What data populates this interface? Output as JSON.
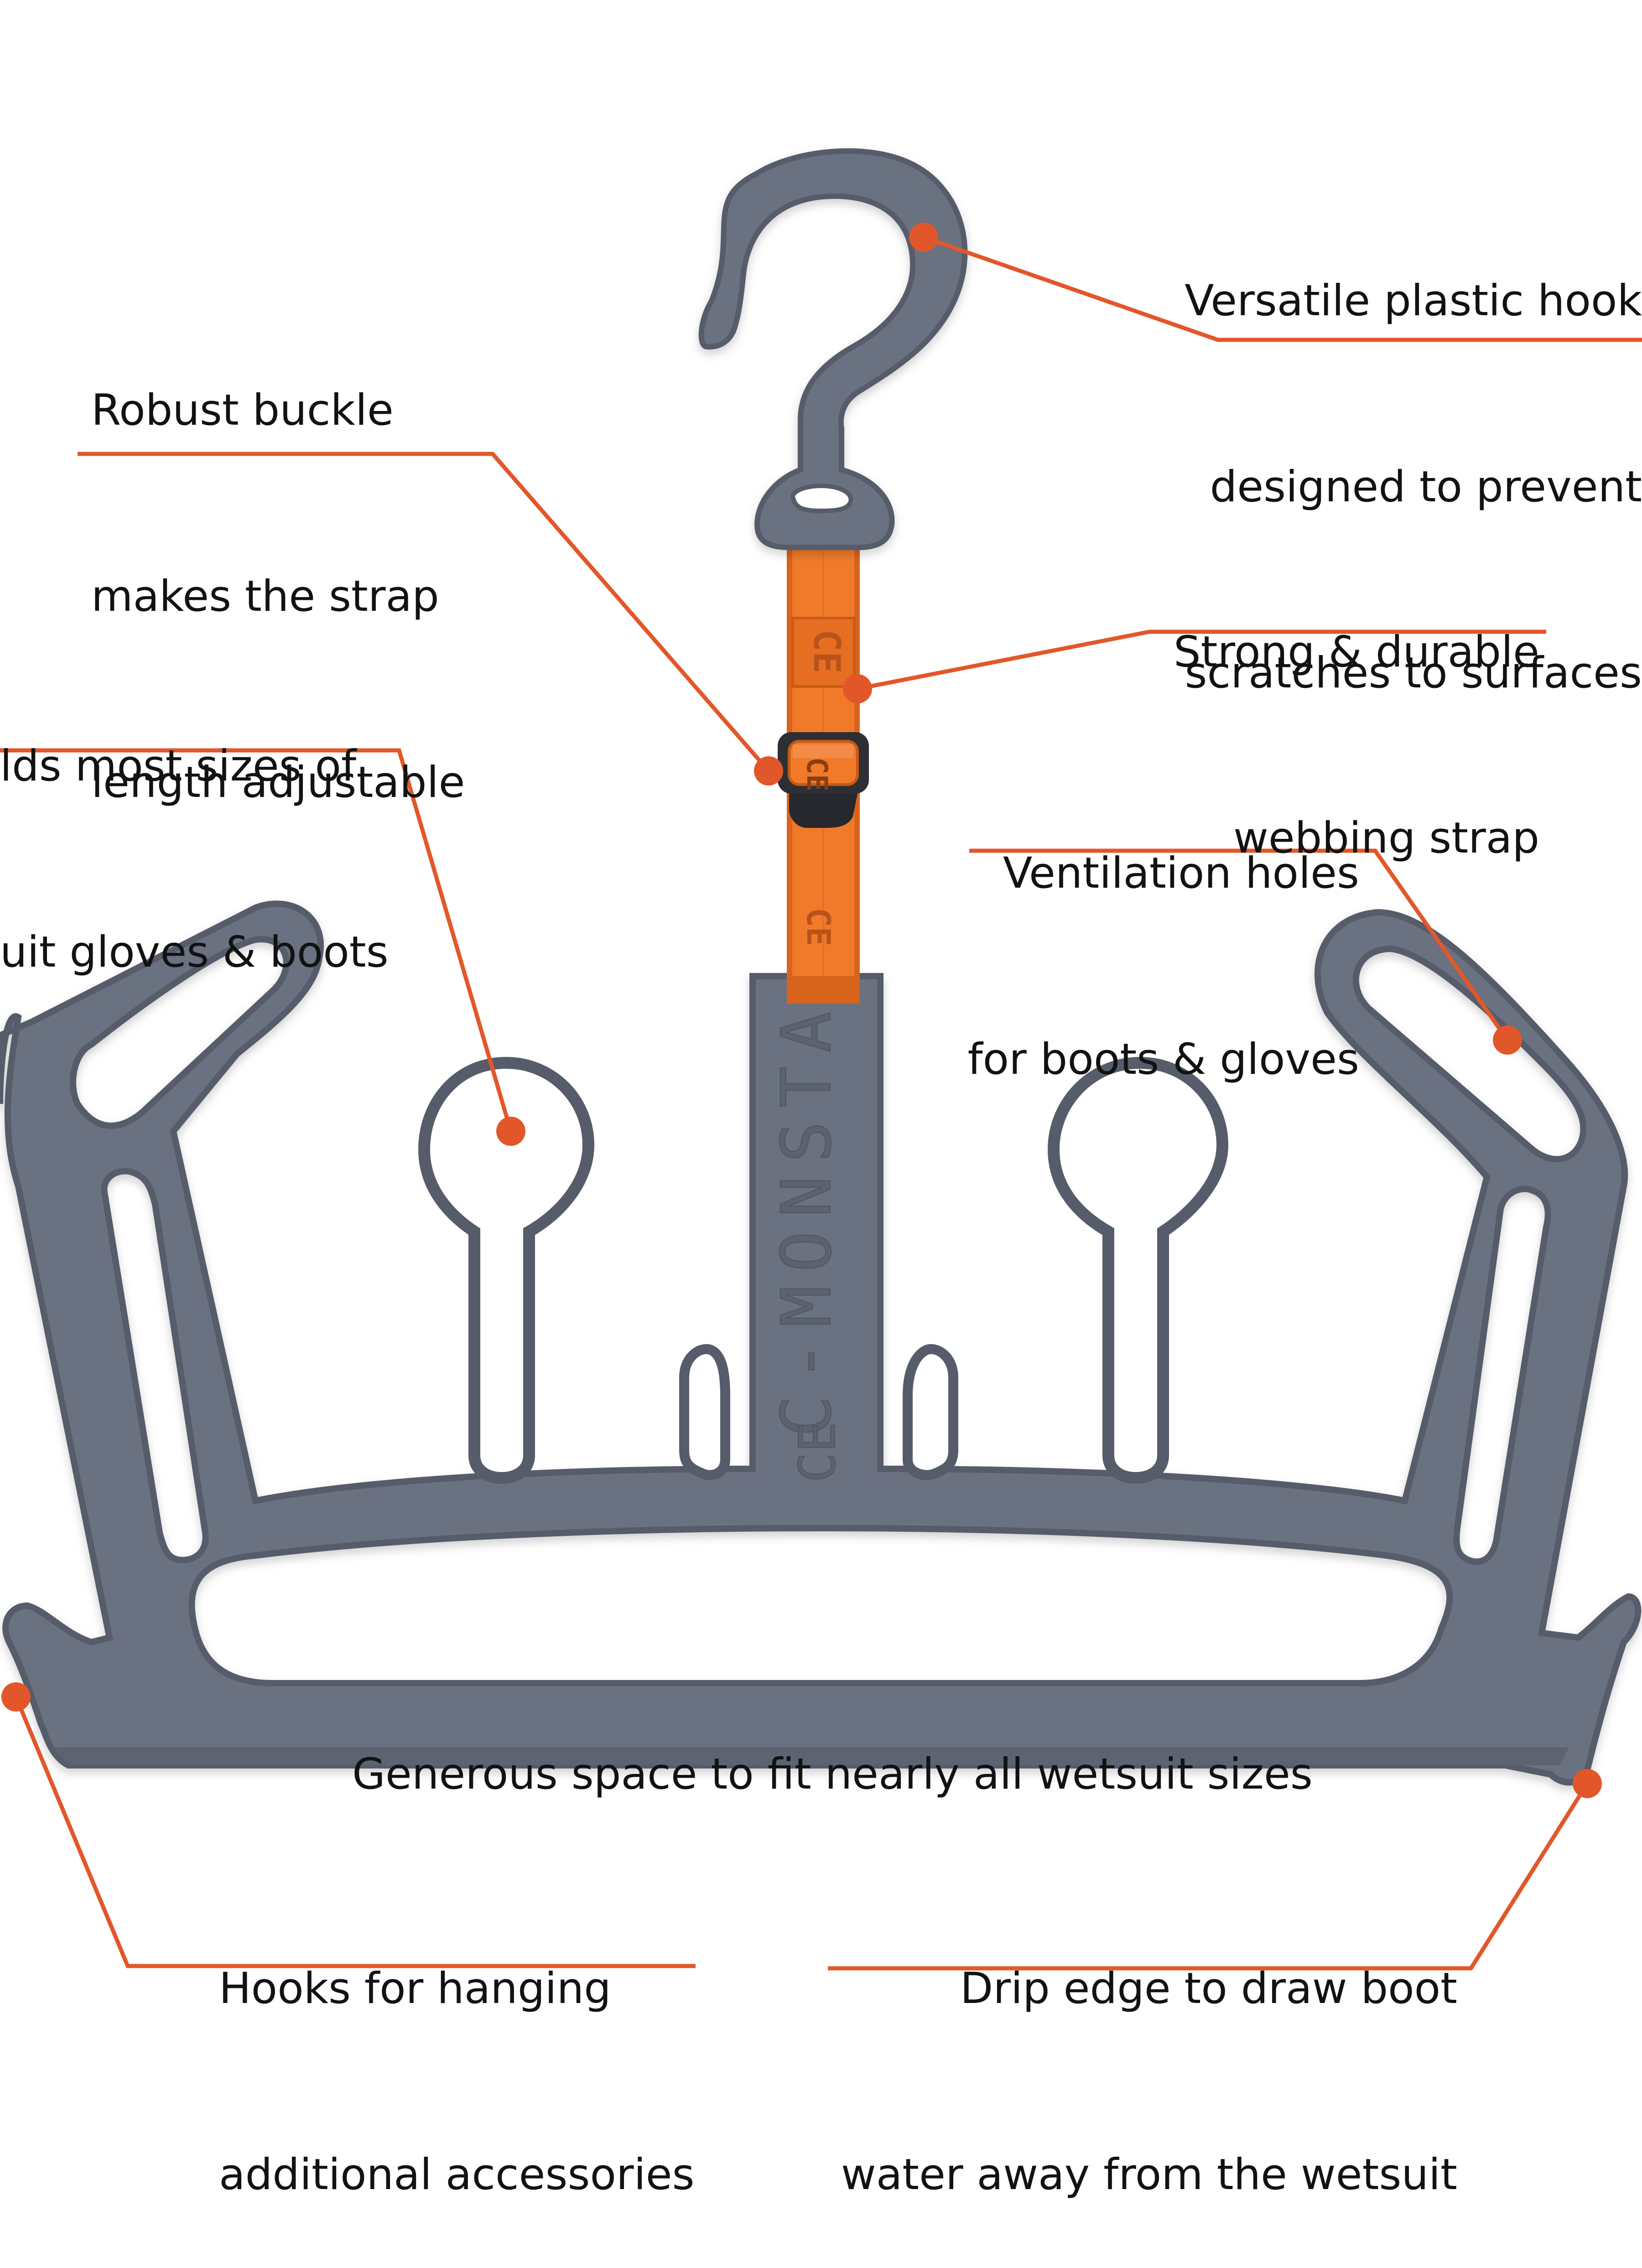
{
  "colors": {
    "background": "#ffffff",
    "hanger": "#6a7180",
    "hanger_edge": "#555b69",
    "strap": "#f07a2a",
    "callout": "#e2572a",
    "text": "#121212"
  },
  "product": {
    "brand_engraving": "C-MONSTA",
    "logo_mark": "CE"
  },
  "callouts": {
    "hook": {
      "lines": [
        "Versatile plastic hook",
        "designed to prevent",
        "scratches to surfaces"
      ]
    },
    "buckle": {
      "lines": [
        "Robust buckle",
        "makes the strap",
        "length adjustable"
      ]
    },
    "strap": {
      "lines": [
        "Strong & durable",
        "webbing strap"
      ]
    },
    "holds": {
      "lines": [
        "lds most sizes of",
        "uit gloves & boots"
      ]
    },
    "ventilation": {
      "lines": [
        "Ventilation holes",
        "for boots & gloves"
      ]
    },
    "space": {
      "text": "Generous space to fit nearly all wetsuit sizes"
    },
    "hooks": {
      "lines": [
        "Hooks for hanging",
        "additional accessories"
      ]
    },
    "drip": {
      "lines": [
        "Drip edge to draw boot",
        "water away from the wetsuit"
      ]
    }
  }
}
